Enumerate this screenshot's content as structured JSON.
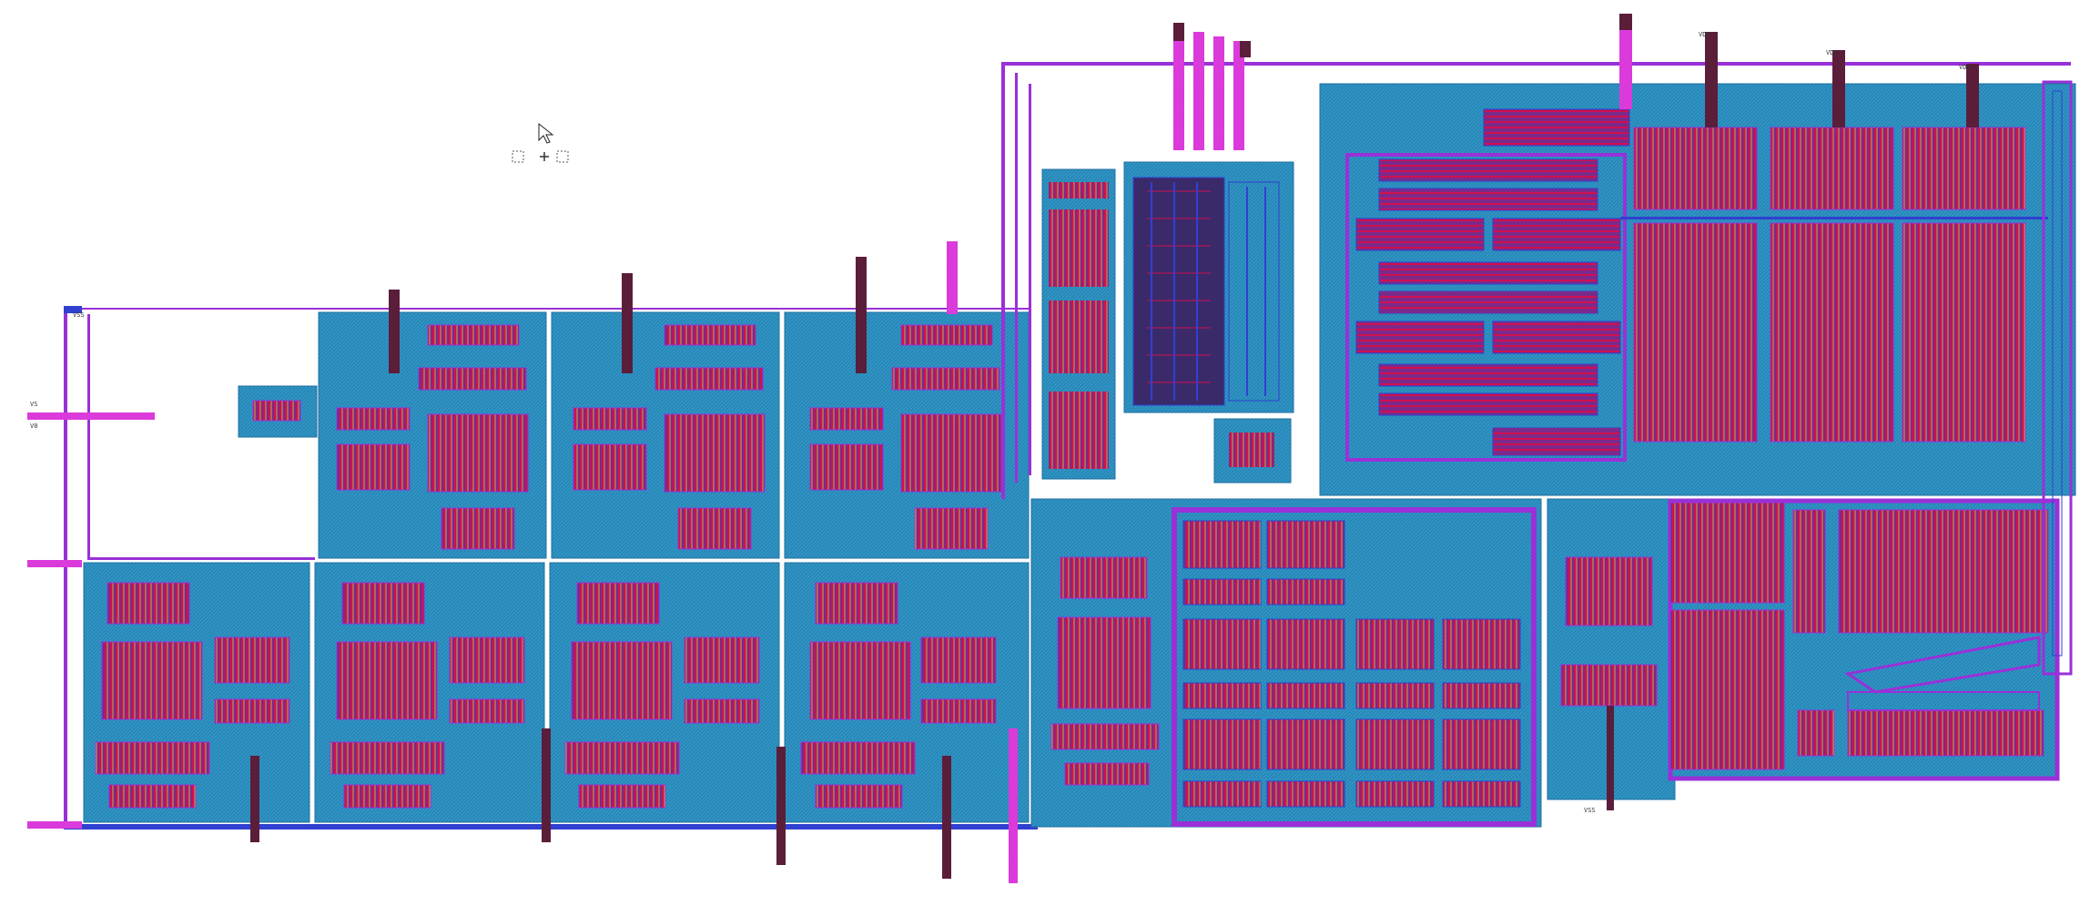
{
  "viewer": {
    "pin_labels": {
      "top_left": "VSS",
      "left_a": "VS",
      "left_b": "V0",
      "top_vdd_1": "VDD",
      "top_vdd_2": "VDD",
      "top_vdd_3": "VDD",
      "bottom_vss": "VSS"
    },
    "tool_icons": [
      "cursor-arrow-icon",
      "select-box-icon",
      "move-cross-icon"
    ]
  },
  "colors": {
    "nwell_fill": "#2f95c4",
    "poly": "#d01050",
    "metal1": "#3040d0",
    "metal2": "#9a30d8",
    "pin_magenta": "#e040e0",
    "pad_dark": "#5a1e3a",
    "background": "#ffffff"
  }
}
